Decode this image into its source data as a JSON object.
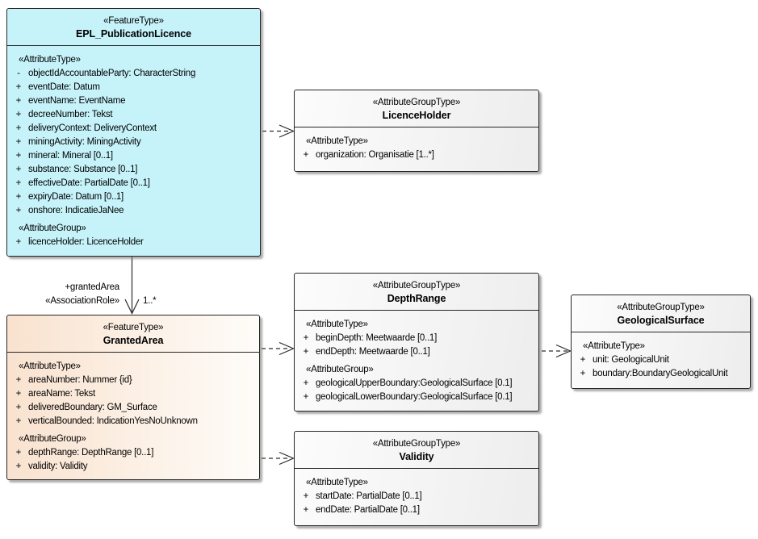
{
  "colors": {
    "feature_type_fill": "#C6F3FA",
    "granted_area_fill_left": "#F9E2CF",
    "granted_area_fill_right": "#FEFCF9",
    "group_type_fill": "#EDEDED",
    "box_border": "#262626",
    "connector": "#2B2B2B",
    "background": "#FFFFFF",
    "text": "#000000"
  },
  "boxes": {
    "epl": {
      "stereotype": "«FeatureType»",
      "name": "EPL_PublicationLicence",
      "lines": [
        {
          "kind": "heading",
          "text": "«AttributeType»"
        },
        {
          "kind": "attr",
          "vis": "-",
          "text": "objectIdAccountableParty: CharacterString"
        },
        {
          "kind": "attr",
          "vis": "+",
          "text": "eventDate: Datum"
        },
        {
          "kind": "attr",
          "vis": "+",
          "text": "eventName: EventName"
        },
        {
          "kind": "attr",
          "vis": "+",
          "text": "decreeNumber: Tekst"
        },
        {
          "kind": "attr",
          "vis": "+",
          "text": "deliveryContext: DeliveryContext"
        },
        {
          "kind": "attr",
          "vis": "+",
          "text": "miningActivity: MiningActivity"
        },
        {
          "kind": "attr",
          "vis": "+",
          "text": "mineral: Mineral [0..1]"
        },
        {
          "kind": "attr",
          "vis": "+",
          "text": "substance: Substance [0..1]"
        },
        {
          "kind": "attr",
          "vis": "+",
          "text": "effectiveDate: PartialDate [0..1]"
        },
        {
          "kind": "attr",
          "vis": "+",
          "text": "expiryDate: Datum [0..1]"
        },
        {
          "kind": "attr",
          "vis": "+",
          "text": "onshore: IndicatieJaNee"
        },
        {
          "kind": "heading",
          "text": "«AttributeGroup»"
        },
        {
          "kind": "attr",
          "vis": "+",
          "text": "licenceHolder: LicenceHolder"
        }
      ]
    },
    "licenceholder": {
      "stereotype": "«AttributeGroupType»",
      "name": "LicenceHolder",
      "lines": [
        {
          "kind": "heading",
          "text": "«AttributeType»"
        },
        {
          "kind": "attr",
          "vis": "+",
          "text": "organization: Organisatie [1..*]"
        }
      ]
    },
    "depthrange": {
      "stereotype": "«AttributeGroupType»",
      "name": "DepthRange",
      "lines": [
        {
          "kind": "heading",
          "text": "«AttributeType»"
        },
        {
          "kind": "attr",
          "vis": "+",
          "text": "beginDepth: Meetwaarde [0..1]"
        },
        {
          "kind": "attr",
          "vis": "+",
          "text": "endDepth: Meetwaarde [0..1]"
        },
        {
          "kind": "heading",
          "text": "«AttributeGroup»"
        },
        {
          "kind": "attr",
          "vis": "+",
          "text": "geologicalUpperBoundary:GeologicalSurface [0.1]"
        },
        {
          "kind": "attr",
          "vis": "+",
          "text": "geologicalLowerBoundary:GeologicalSurface [0.1]"
        }
      ]
    },
    "geologicalsurface": {
      "stereotype": "«AttributeGroupType»",
      "name": "GeologicalSurface",
      "lines": [
        {
          "kind": "heading",
          "text": "«AttributeType»"
        },
        {
          "kind": "attr",
          "vis": "+",
          "text": "unit: GeologicalUnit"
        },
        {
          "kind": "attr",
          "vis": "+",
          "text": "boundary:BoundaryGeologicalUnit"
        }
      ]
    },
    "grantedarea": {
      "stereotype": "«FeatureType»",
      "name": "GrantedArea",
      "lines": [
        {
          "kind": "heading",
          "text": "«AttributeType»"
        },
        {
          "kind": "attr",
          "vis": "+",
          "text": "areaNumber: Nummer {id}"
        },
        {
          "kind": "attr",
          "vis": "+",
          "text": "areaName: Tekst"
        },
        {
          "kind": "attr",
          "vis": "+",
          "text": "deliveredBoundary: GM_Surface"
        },
        {
          "kind": "attr",
          "vis": "+",
          "text": "verticalBounded: IndicationYesNoUnknown"
        },
        {
          "kind": "heading",
          "text": "«AttributeGroup»"
        },
        {
          "kind": "attr",
          "vis": "+",
          "text": "depthRange: DepthRange [0..1]"
        },
        {
          "kind": "attr",
          "vis": "+",
          "text": "validity: Validity"
        }
      ]
    },
    "validity": {
      "stereotype": "«AttributeGroupType»",
      "name": "Validity",
      "lines": [
        {
          "kind": "heading",
          "text": "«AttributeType»"
        },
        {
          "kind": "attr",
          "vis": "+",
          "text": "startDate: PartialDate [0..1]"
        },
        {
          "kind": "attr",
          "vis": "+",
          "text": "endDate: PartialDate [0..1]"
        }
      ]
    }
  },
  "connectors": {
    "association": {
      "from": "EPL_PublicationLicence",
      "to": "GrantedArea",
      "style": "solid",
      "arrow": "open",
      "role_name": "+grantedArea",
      "stereotype": "«AssociationRole»",
      "multiplicity": "1..*"
    },
    "epl_to_licenceholder": {
      "from": "EPL_PublicationLicence",
      "to": "LicenceHolder",
      "style": "dashed",
      "arrow": "open"
    },
    "grantedarea_to_depthrange": {
      "from": "GrantedArea",
      "to": "DepthRange",
      "style": "dashed",
      "arrow": "open"
    },
    "depthrange_to_geologicalsurface": {
      "from": "DepthRange",
      "to": "GeologicalSurface",
      "style": "dashed",
      "arrow": "open"
    },
    "grantedarea_to_validity": {
      "from": "GrantedArea",
      "to": "Validity",
      "style": "dashed",
      "arrow": "open"
    }
  }
}
